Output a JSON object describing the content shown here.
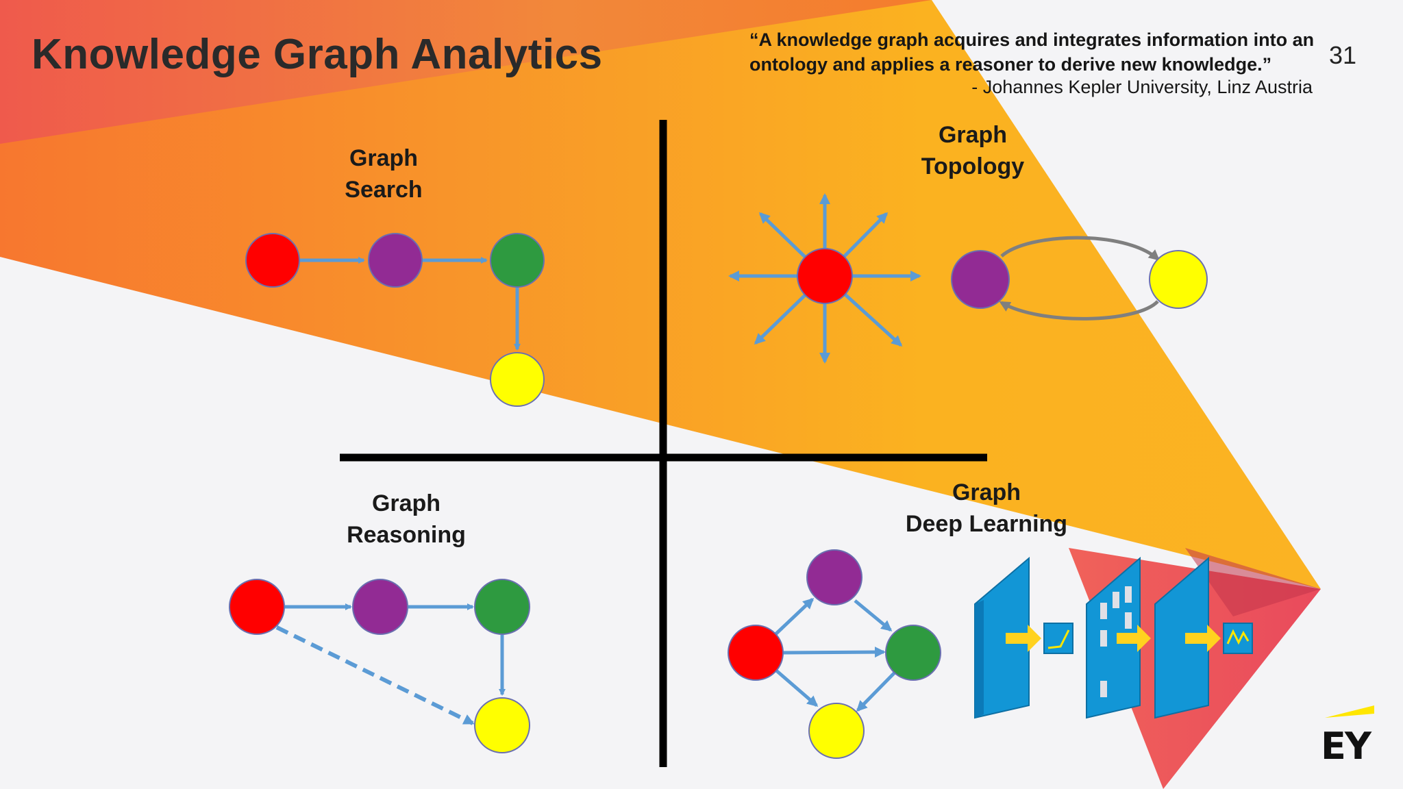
{
  "slide": {
    "title": "Knowledge Graph Analytics",
    "page_number": "31",
    "quote_line1": "“A knowledge graph acquires and integrates information into an",
    "quote_line2": "ontology and applies a reasoner to derive new knowledge.”",
    "attribution": "- Johannes Kepler University, Linz Austria",
    "logo_text": "EY"
  },
  "quadrants": {
    "search": {
      "line1": "Graph",
      "line2": "Search"
    },
    "topology": {
      "line1": "Graph",
      "line2": "Topology"
    },
    "reasoning": {
      "line1": "Graph",
      "line2": "Reasoning"
    },
    "deep_learning": {
      "line1": "Graph",
      "line2": "Deep Learning"
    }
  },
  "colors": {
    "node_red": "#ff0000",
    "node_purple": "#922b94",
    "node_green": "#2e9a40",
    "node_yellow": "#ffff00",
    "edge_blue": "#5b9bd5",
    "edge_gray": "#7f7f7f",
    "divider": "#000000",
    "layer_blue": "#1296d6",
    "arrow_yellow": "#ffd21f",
    "ey_yellow": "#ffe600"
  }
}
